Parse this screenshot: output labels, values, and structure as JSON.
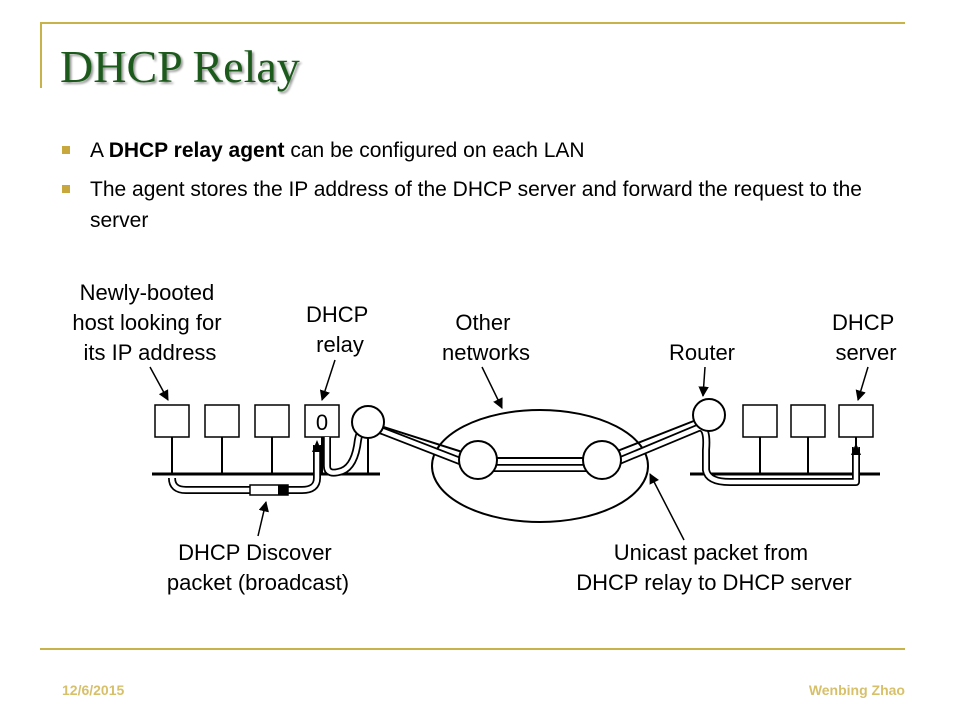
{
  "slide": {
    "title": "DHCP Relay",
    "bullets": [
      {
        "pre": "A ",
        "bold": "DHCP relay agent",
        "post": " can be configured on each LAN"
      },
      {
        "pre": "The agent stores the IP address of the DHCP server and forward the request to the server",
        "bold": "",
        "post": ""
      }
    ]
  },
  "diagram": {
    "labels": {
      "newly_booted": [
        "Newly-booted",
        "host looking for",
        "its IP address"
      ],
      "dhcp_relay": [
        "DHCP",
        "relay"
      ],
      "other_networks": [
        "Other",
        "networks"
      ],
      "router": "Router",
      "dhcp_server": [
        "DHCP",
        "server"
      ],
      "discover": [
        "DHCP Discover",
        "packet (broadcast)"
      ],
      "unicast": [
        "Unicast packet from",
        "DHCP relay to DHCP server"
      ]
    },
    "relay_box_text": "0"
  },
  "footer": {
    "date": "12/6/2015",
    "author": "Wenbing Zhao"
  },
  "colors": {
    "title": "#1c5a1c",
    "accent": "#c8b24a",
    "footer": "#d7c06a"
  }
}
